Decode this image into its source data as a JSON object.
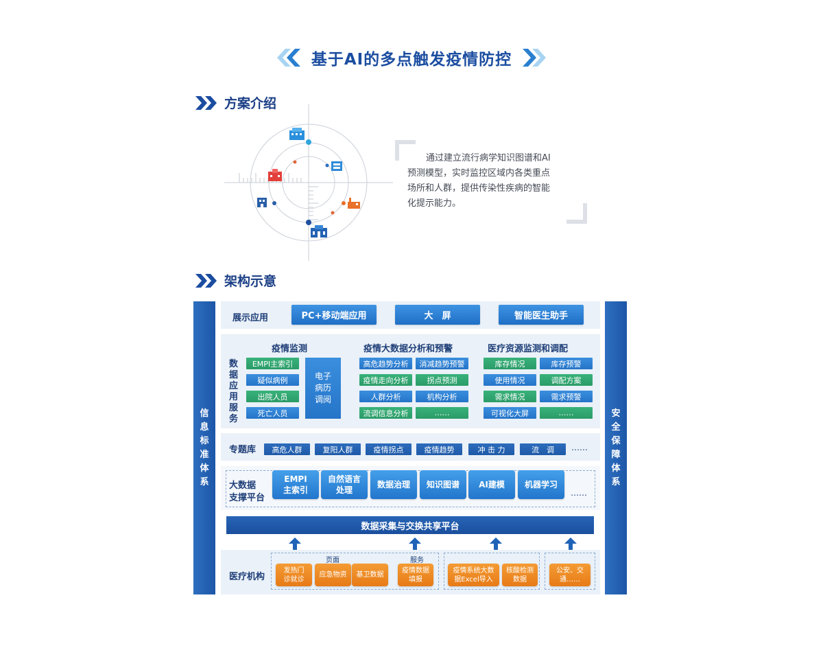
{
  "header": {
    "title": "基于AI的多点触发疫情防控"
  },
  "sections": {
    "intro": "方案介绍",
    "architecture": "架构示意"
  },
  "intro": {
    "lines": [
      "通过建立流行病学知识图谱和AI",
      "预测模型，实时监控区域内各类重点",
      "场所和人群，提供传染性疾病的智能",
      "化提示能力。"
    ]
  },
  "icons": [
    "hospital-icon",
    "building-icon",
    "factory-icon",
    "school-icon",
    "clinic-icon",
    "red-hospital-icon"
  ],
  "colors": {
    "primary": "#1b4da0",
    "button": "#2574c8",
    "green": "#2b9b68",
    "orange": "#e77b17",
    "band": "#eaf1f8"
  },
  "arch": {
    "left_bar": "信息标准体系",
    "right_bar": "安全保障体系",
    "display": {
      "label": "展示应用",
      "items": [
        "PC+移动端应用",
        "大　屏",
        "智能医生助手"
      ]
    },
    "data_app": {
      "label": "数据应用服务",
      "monitor": {
        "title": "疫情监测",
        "items": [
          "EMPI主索引",
          "疑似病例",
          "出院人员",
          "死亡人员"
        ],
        "side": "电子病历调阅"
      },
      "analysis": {
        "title": "疫情大数据分析和预警",
        "items": [
          "高危趋势分析",
          "消减趋势预警",
          "疫情走向分析",
          "拐点预测",
          "人群分析",
          "机构分析",
          "流调信息分析",
          "……"
        ]
      },
      "resource": {
        "title": "医疗资源监测和调配",
        "items": [
          "库存情况",
          "库存预警",
          "使用情况",
          "调配方案",
          "需求情况",
          "需求预警",
          "可视化大屏",
          "……"
        ]
      }
    },
    "topic": {
      "label": "专题库",
      "items": [
        "高危人群",
        "复阳人群",
        "疫情拐点",
        "疫情趋势",
        "冲 击 力",
        "流　调"
      ],
      "more": "……"
    },
    "platform": {
      "label1": "大数据",
      "label2": "支撑平台",
      "items": [
        "EMPI主索引",
        "自然语言处理",
        "数据治理",
        "知识图谱",
        "AI建模",
        "机器学习"
      ],
      "more": "……"
    },
    "exchange": "数据采集与交换共享平台",
    "institutions": {
      "label": "医疗机构",
      "page_label": "页面",
      "service_label": "服务",
      "items": [
        "发热门诊就诊",
        "应急物资",
        "基卫数据",
        "疫情数据填报",
        "疫情系统大数据Excel导入",
        "核酸检测数据",
        "公安、交通……"
      ]
    }
  }
}
